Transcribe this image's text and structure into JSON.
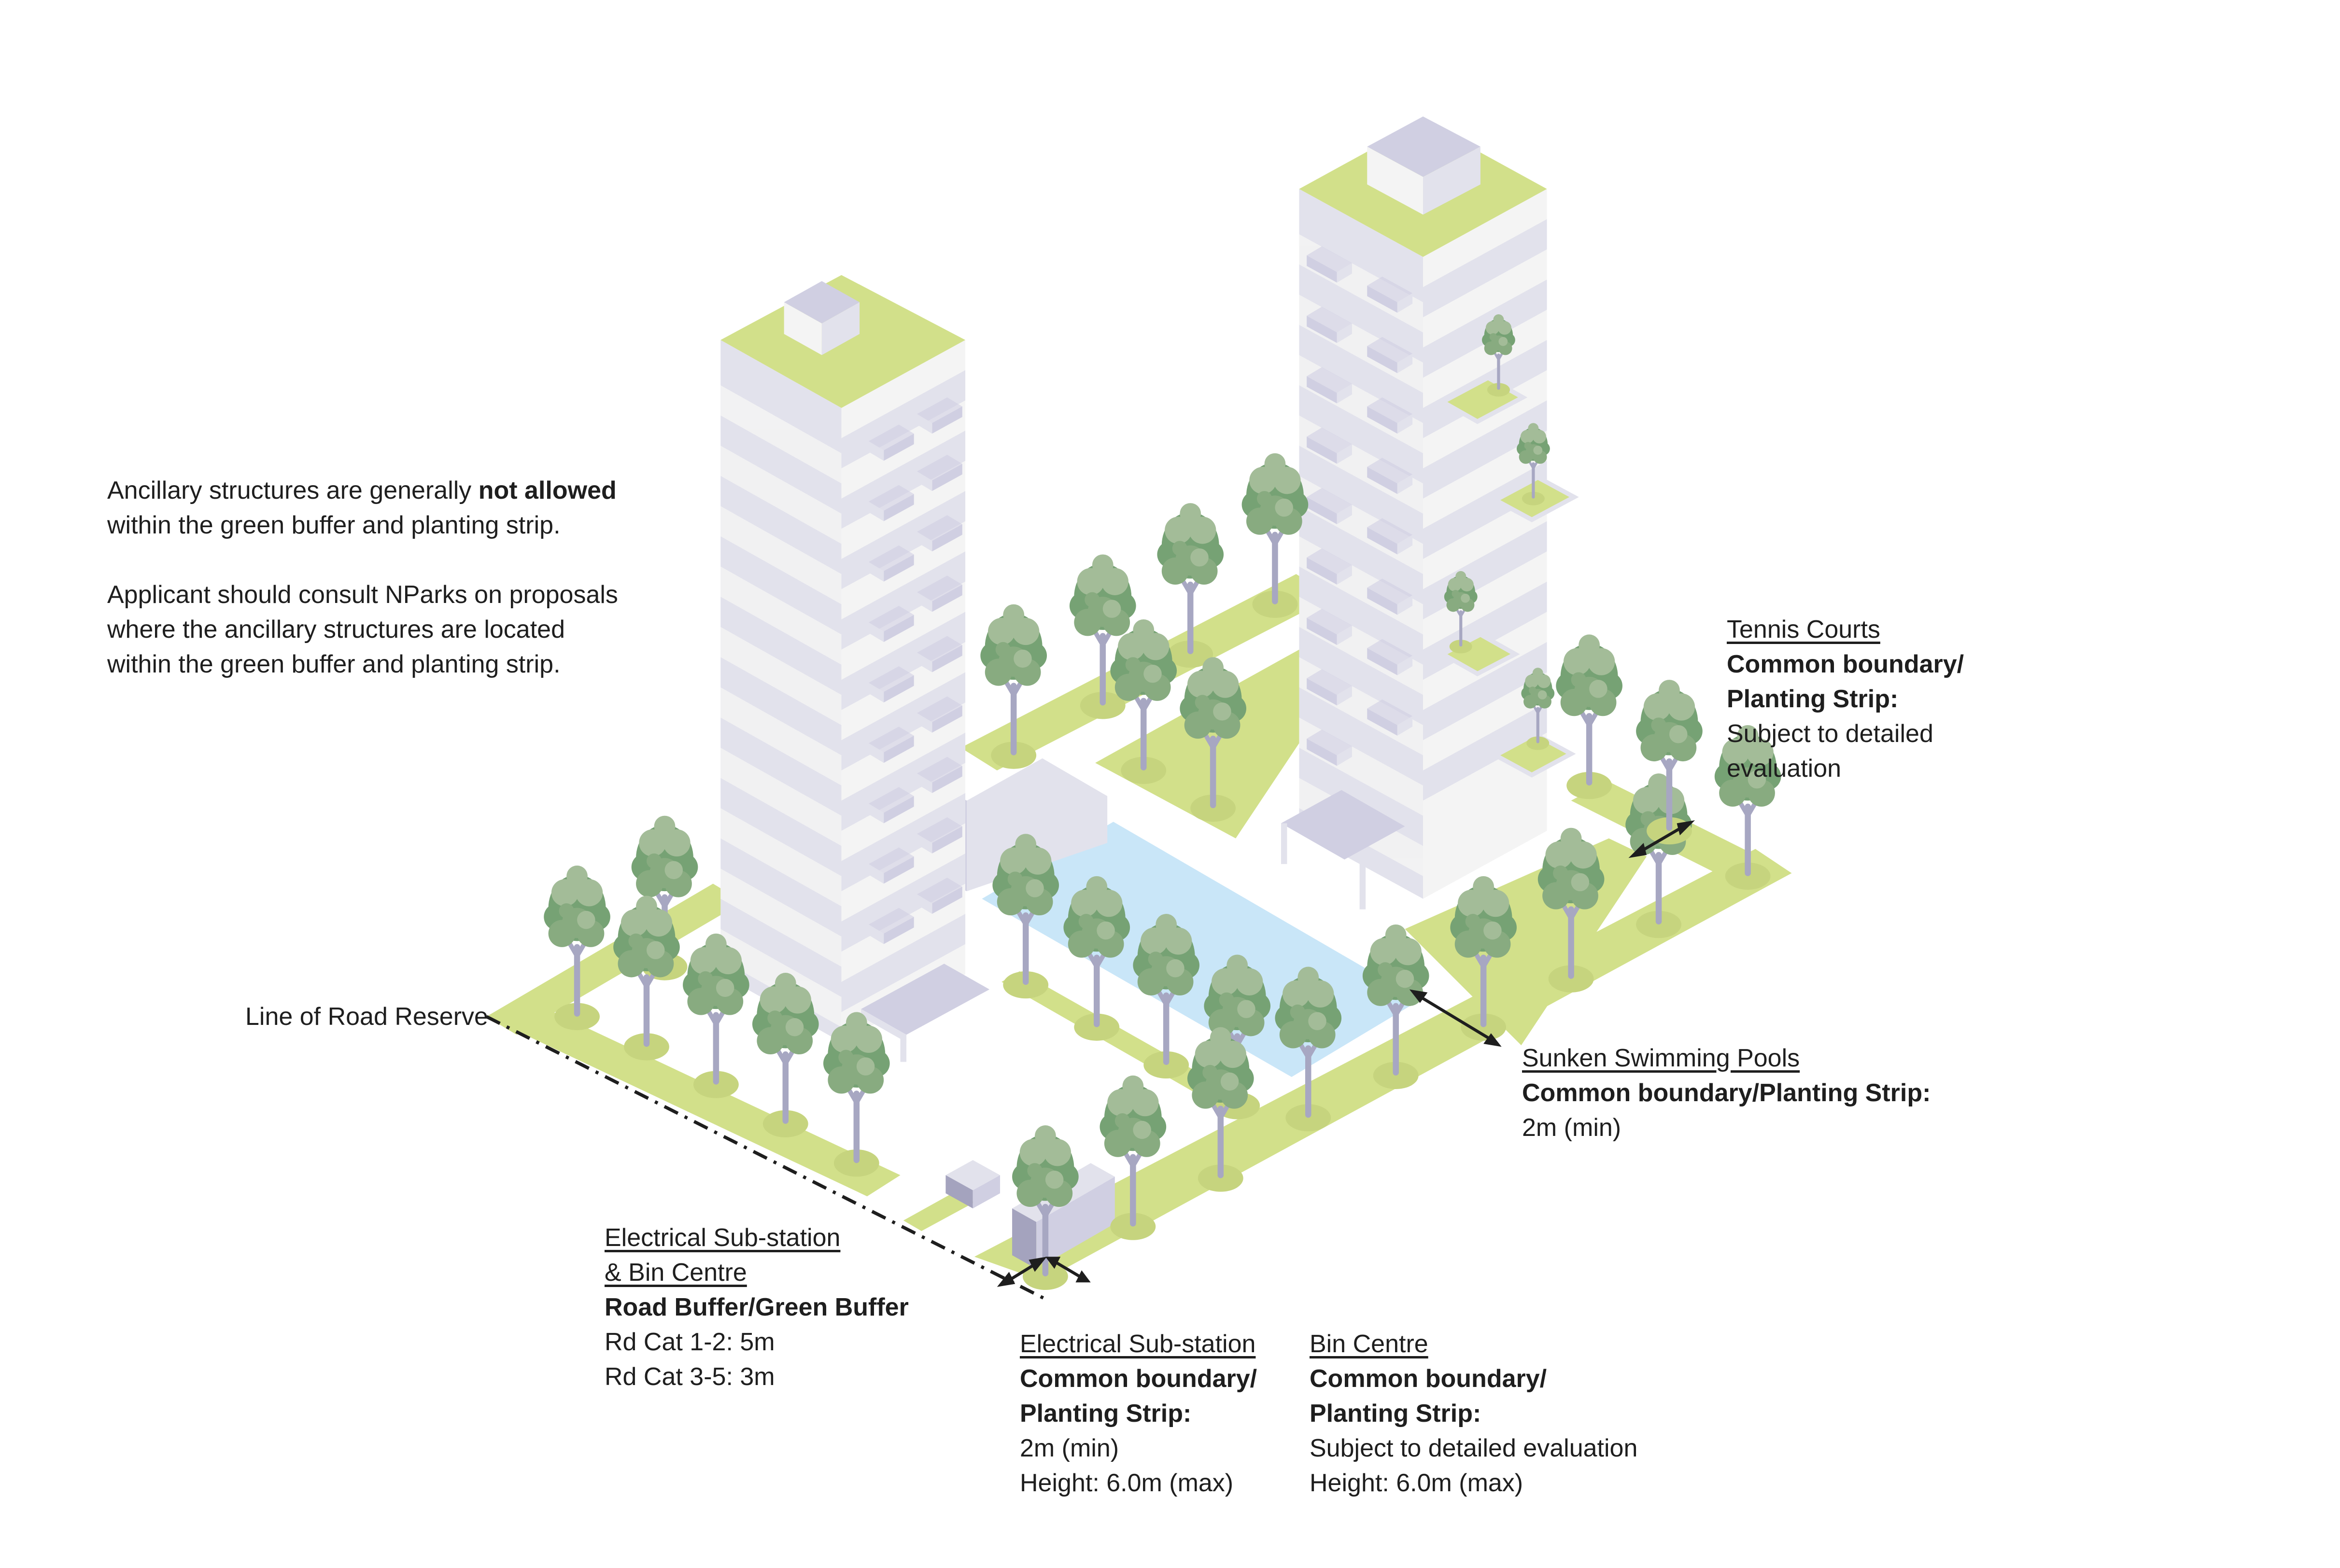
{
  "diagram": {
    "type": "isometric-site-plan",
    "colors": {
      "planting": "#d2e08a",
      "planting_shadow": "#c6d47e",
      "pool": "#c9e6f8",
      "building_light": "#f4f4f4",
      "building_mid": "#e2e2ec",
      "building_dark": "#d0cfe2",
      "building_darkest": "#a4a3be",
      "tree_dark": "#76a274",
      "tree_mid": "#88ab80",
      "tree_light": "#a3bc98",
      "trunk": "#a7a7c2",
      "line": "#1e1e1e"
    }
  },
  "note": {
    "para1_prefix": "Ancillary structures are generally ",
    "para1_bold": "not allowed",
    "para1_line2": "within the green buffer and planting strip.",
    "para2_line1": "Applicant should consult NParks on proposals",
    "para2_line2": "where the ancillary structures are located",
    "para2_line3": "within the green buffer and planting strip."
  },
  "labels": {
    "road_reserve": "Line of Road Reserve",
    "tennis": {
      "title": "Tennis Courts",
      "bold1": "Common boundary/",
      "bold2": "Planting Strip:",
      "line1": "Subject to detailed",
      "line2": "evaluation"
    },
    "pool": {
      "title": "Sunken Swimming Pools",
      "bold1": "Common boundary/Planting Strip:",
      "line1": "2m (min)"
    },
    "substation_bin": {
      "title1": "Electrical Sub-station ",
      "title2": "& Bin Centre",
      "bold1": "Road Buffer/Green Buffer",
      "line1": "Rd Cat 1-2: 5m",
      "line2": "Rd Cat 3-5: 3m"
    },
    "substation": {
      "title": "Electrical Sub-station",
      "bold1": "Common boundary/",
      "bold2": "Planting Strip:",
      "line1": "2m (min)",
      "line2": "Height: 6.0m (max)"
    },
    "bin": {
      "title": "Bin Centre ",
      "bold1": "Common boundary/",
      "bold2": "Planting Strip:",
      "line1": "Subject to detailed evaluation",
      "line2": "Height: 6.0m (max)"
    }
  }
}
